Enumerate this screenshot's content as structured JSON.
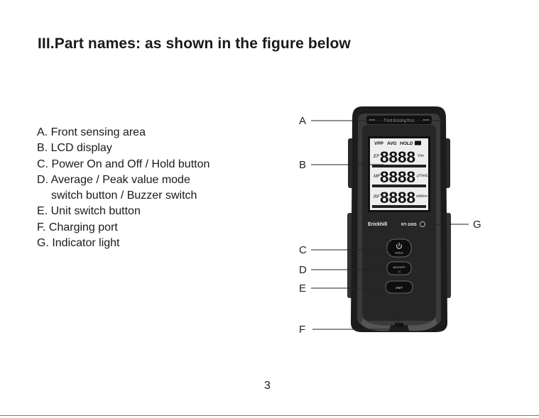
{
  "title": "III.Part names: as shown in the figure below",
  "parts": [
    "A. Front sensing area",
    "B. LCD display",
    "C. Power On and Off / Hold button",
    "D. Average / Peak value mode",
    "switch button / Buzzer switch",
    "E. Unit switch button",
    "F. Charging port",
    "G. Indicator light"
  ],
  "callouts": [
    "A",
    "B",
    "C",
    "D",
    "E",
    "F",
    "G"
  ],
  "device": {
    "sensing_area_label": "Front Sensing Area",
    "lcd_header": [
      "VPP",
      "AVG",
      "HOLD"
    ],
    "row_labels": [
      "EF",
      "MF",
      "RF"
    ],
    "digits": "8888",
    "units": [
      "V/m",
      "μT/mG",
      "mW/m²"
    ],
    "brand": "Erickhill",
    "model": "RT-100S",
    "hold_label": "HOLD",
    "avg_label": "AVG/VPP",
    "unit_label": "UNIT"
  },
  "page_number": "3"
}
